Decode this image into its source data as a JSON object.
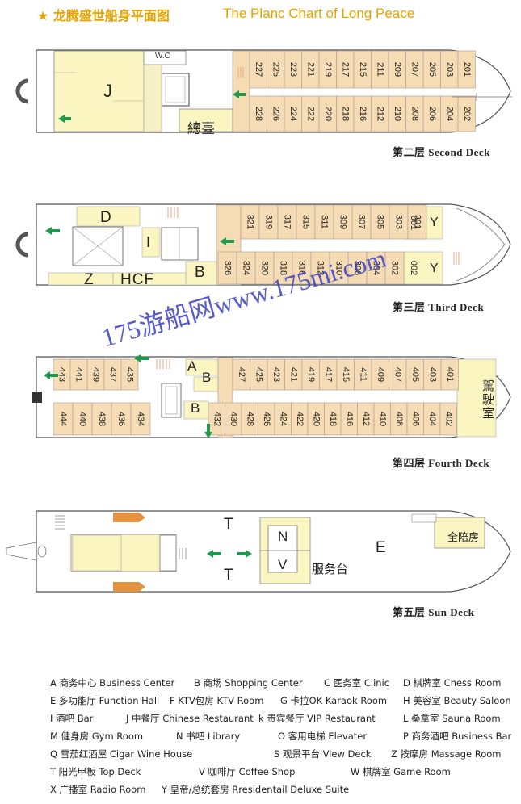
{
  "title": {
    "cn": "★ 龙腾盛世船身平面图",
    "en": "The Planc Chart of Long  Peace"
  },
  "watermark": "175游船网www.175mi.com",
  "colors": {
    "room": "#f5dcb4",
    "accent": "#fbf5c2",
    "stair": "#e9a787",
    "arrow": "#1f9a4c",
    "outline": "#555555"
  },
  "decks": {
    "second": {
      "label": "第二层  Second Deck",
      "wc": "W.C",
      "room_j": "J",
      "reception": "總臺",
      "rooms_top": [
        "227",
        "225",
        "223",
        "221",
        "219",
        "217",
        "215",
        "211",
        "209",
        "207",
        "205",
        "203",
        "201"
      ],
      "rooms_bottom": [
        "228",
        "226",
        "224",
        "222",
        "220",
        "218",
        "216",
        "212",
        "210",
        "208",
        "206",
        "204",
        "202"
      ]
    },
    "third": {
      "label": "第三层  Third Deck",
      "room_d": "D",
      "room_i": "I",
      "room_b": "B",
      "rooms_z": "Z",
      "rooms_hcf": "HCF",
      "rooms_top": [
        "321",
        "319",
        "317",
        "315",
        "311",
        "309",
        "307",
        "305",
        "303",
        "301"
      ],
      "rooms_bottom": [
        "326",
        "324",
        "320",
        "318",
        "316",
        "312",
        "310",
        "306",
        "304",
        "302"
      ],
      "suite_top": "001",
      "suite_bottom": "002",
      "suite_letter": "Y"
    },
    "fourth": {
      "label": "第四层  Fourth Deck",
      "room_a": "A",
      "room_b": "B",
      "bridge": "駕駛室",
      "rooms_top_left": [
        "443",
        "441",
        "439",
        "437",
        "435"
      ],
      "rooms_top_right": [
        "427",
        "425",
        "423",
        "421",
        "419",
        "417",
        "415",
        "411",
        "409",
        "407",
        "405",
        "403",
        "401"
      ],
      "rooms_bottom_left": [
        "444",
        "440",
        "438",
        "436",
        "434"
      ],
      "rooms_bottom_right": [
        "432",
        "430",
        "428",
        "426",
        "424",
        "422",
        "420",
        "418",
        "416",
        "412",
        "410",
        "408",
        "406",
        "404",
        "402"
      ]
    },
    "sun": {
      "label": "第五层  Sun Deck",
      "t": "T",
      "n": "N",
      "v": "V",
      "e": "E",
      "desk": "服务台",
      "viewroom": "全陪房"
    }
  },
  "legend": [
    [
      "A 商务中心 Business Center",
      "B 商场 Shopping Center",
      "C 医务室 Clinic",
      "D 棋牌室 Chess Room"
    ],
    [
      "E 多功能厅 Function Hall",
      "F KTV包房  KTV Room",
      "G 卡拉OK  Karaok Room",
      "H 美容室  Beauty Saloon"
    ],
    [
      "I 酒吧   Bar",
      "J 中餐厅 Chinese Restaurant",
      "k  贵宾餐厅 VIP Restaurant",
      "L 桑拿室 Sauna Room"
    ],
    [
      "M 健身房 Gym Room",
      "N 书吧 Library",
      "O 客用电梯  Elevater",
      "P 商务酒吧 Business Bar"
    ],
    [
      "Q  雪茄红酒屋  Cigar Wine House",
      "",
      "S 观景平台 View Deck",
      "Z 按摩房 Massage Room"
    ],
    [
      "T 阳光甲板 Top Deck",
      "V 咖啡厅      Coffee    Shop",
      "W 棋牌室 Game Room",
      ""
    ],
    [
      "X 广播室 Radio Room",
      "Y 皇帝/总统套房 Rresidentail Deluxe Suite",
      "",
      ""
    ]
  ]
}
